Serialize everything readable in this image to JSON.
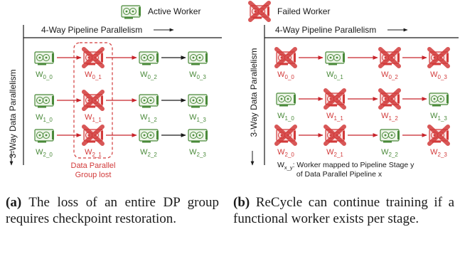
{
  "colors": {
    "active": "#4a8a3a",
    "failed": "#d23a3a",
    "arrow_red": "#c8242b",
    "text": "#1a1a1a"
  },
  "legend": {
    "active_label": "Active Worker",
    "failed_label": "Failed Worker",
    "active_icon": "gpu-card-icon",
    "failed_icon": "gpu-card-failed-icon"
  },
  "panel_a": {
    "pp_label": "4-Way Pipeline Parallelism",
    "dp_label": "3-Way Data Parallelism",
    "lost_label_line1": "Data Parallel",
    "lost_label_line2": "Group lost",
    "workers": [
      [
        {
          "s": "0_0",
          "state": "active"
        },
        {
          "s": "0_1",
          "state": "failed"
        },
        {
          "s": "0_2",
          "state": "active"
        },
        {
          "s": "0_3",
          "state": "active"
        }
      ],
      [
        {
          "s": "1_0",
          "state": "active"
        },
        {
          "s": "1_1",
          "state": "failed"
        },
        {
          "s": "1_2",
          "state": "active"
        },
        {
          "s": "1_3",
          "state": "active"
        }
      ],
      [
        {
          "s": "2_0",
          "state": "active"
        },
        {
          "s": "2_1",
          "state": "failed"
        },
        {
          "s": "2_2",
          "state": "active"
        },
        {
          "s": "2_3",
          "state": "active"
        }
      ]
    ]
  },
  "panel_b": {
    "pp_label": "4-Way Pipeline Parallelism",
    "dp_label": "3-Way Data Parallelism",
    "note_line1": ": Worker mapped to Pipeline Stage y",
    "note_line2": "of Data Parallel Pipeline x",
    "note_sub": "x_y",
    "workers": [
      [
        {
          "s": "0_0",
          "state": "failed"
        },
        {
          "s": "0_1",
          "state": "active"
        },
        {
          "s": "0_2",
          "state": "failed"
        },
        {
          "s": "0_3",
          "state": "failed"
        }
      ],
      [
        {
          "s": "1_0",
          "state": "active"
        },
        {
          "s": "1_1",
          "state": "failed"
        },
        {
          "s": "1_2",
          "state": "failed"
        },
        {
          "s": "1_3",
          "state": "active"
        }
      ],
      [
        {
          "s": "2_0",
          "state": "failed"
        },
        {
          "s": "2_1",
          "state": "failed"
        },
        {
          "s": "2_2",
          "state": "active"
        },
        {
          "s": "2_3",
          "state": "failed"
        }
      ]
    ]
  },
  "captions": {
    "a_label": "(a)",
    "a_text": "The loss of an entire DP group requires checkpoint restoration.",
    "b_label": "(b)",
    "b_text": "ReCycle can continue training if a functional worker exists per stage."
  }
}
